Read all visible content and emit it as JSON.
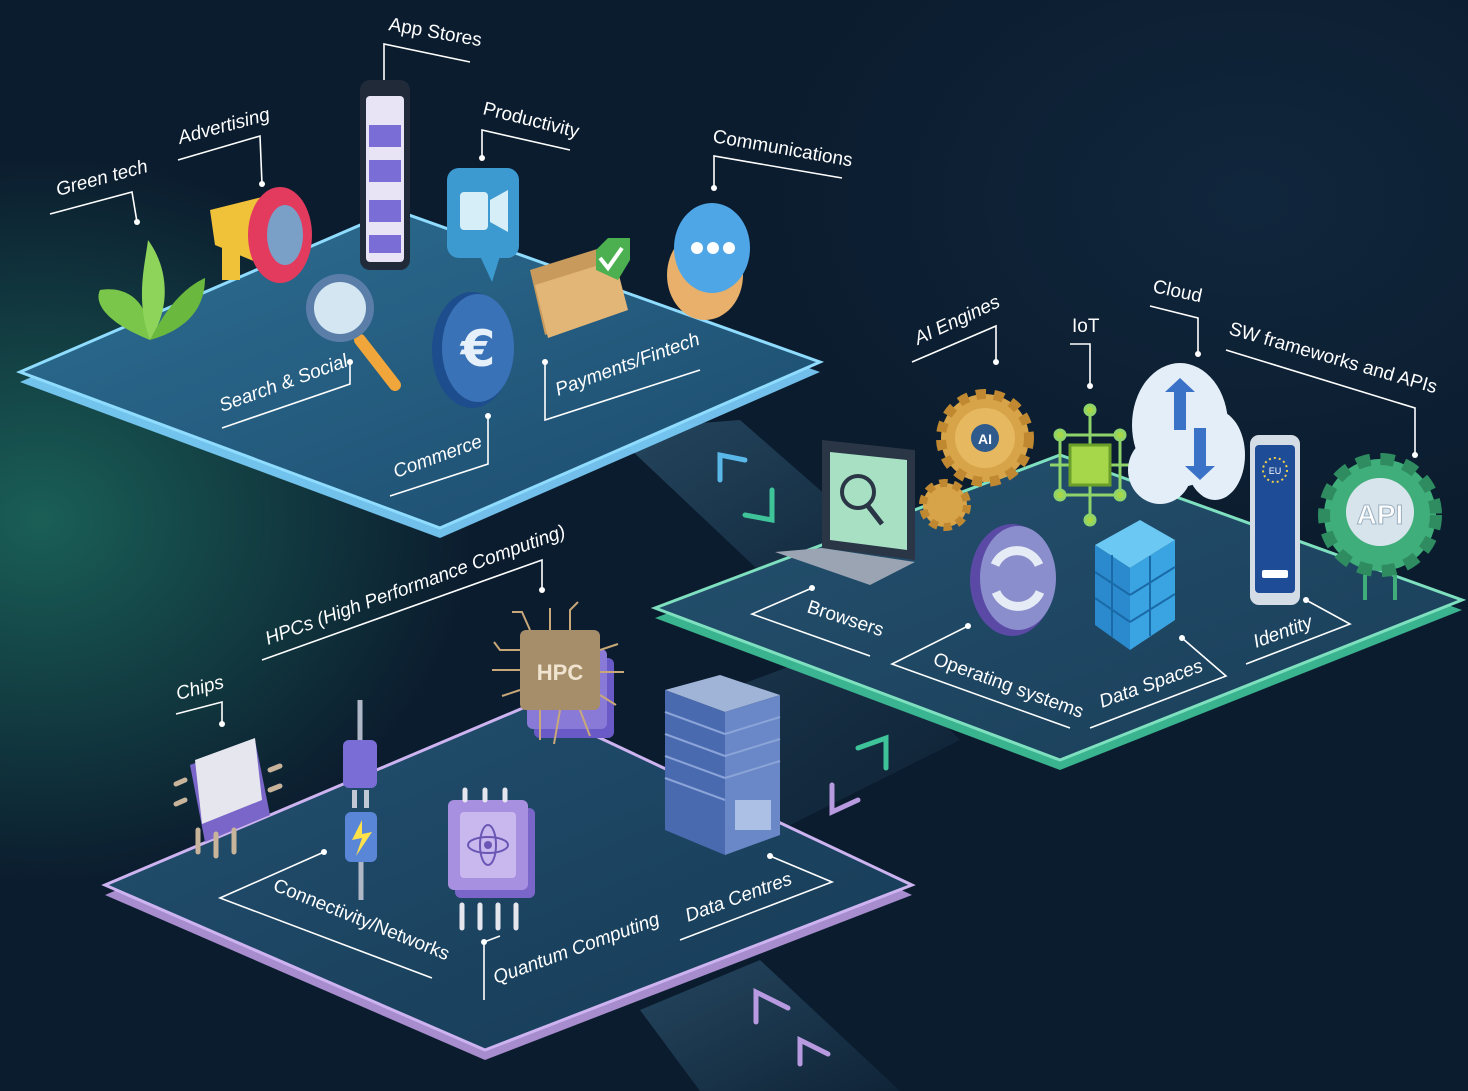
{
  "layers": {
    "services": {
      "items": [
        {
          "label": "Green tech",
          "icon": "leaf-icon"
        },
        {
          "label": "Advertising",
          "icon": "megaphone-icon"
        },
        {
          "label": "App Stores",
          "icon": "smartphone-icon"
        },
        {
          "label": "Productivity",
          "icon": "video-camera-icon"
        },
        {
          "label": "Communications",
          "icon": "chat-bubble-icon"
        },
        {
          "label": "Search & Social",
          "icon": "magnifier-icon"
        },
        {
          "label": "Commerce",
          "icon": "euro-coin-icon"
        },
        {
          "label": "Payments/Fintech",
          "icon": "wallet-icon"
        }
      ],
      "edge_color": "#5ab8f0"
    },
    "software": {
      "items": [
        {
          "label": "AI Engines",
          "icon": "gear-icon",
          "badge": "AI"
        },
        {
          "label": "IoT",
          "icon": "iot-cube-icon"
        },
        {
          "label": "Cloud",
          "icon": "cloud-icon"
        },
        {
          "label": "SW frameworks and APIs",
          "icon": "api-gear-icon",
          "badge": "API"
        },
        {
          "label": "Browsers",
          "icon": "laptop-icon"
        },
        {
          "label": "Operating systems",
          "icon": "refresh-icon"
        },
        {
          "label": "Data Spaces",
          "icon": "data-cubes-icon"
        },
        {
          "label": "Identity",
          "icon": "smartphone-icon",
          "badge": "EU"
        }
      ],
      "edge_color": "#3fc49a"
    },
    "infrastructure": {
      "items": [
        {
          "label": "HPCs (High Performance Computing)",
          "icon": "hpc-chip-icon",
          "badge": "HPC"
        },
        {
          "label": "Chips",
          "icon": "chip-icon"
        },
        {
          "label": "Connectivity/Networks",
          "icon": "plug-icon"
        },
        {
          "label": "Quantum Computing",
          "icon": "atom-chip-icon"
        },
        {
          "label": "Data Centres",
          "icon": "server-icon"
        }
      ],
      "edge_color": "#b89ae0"
    }
  }
}
